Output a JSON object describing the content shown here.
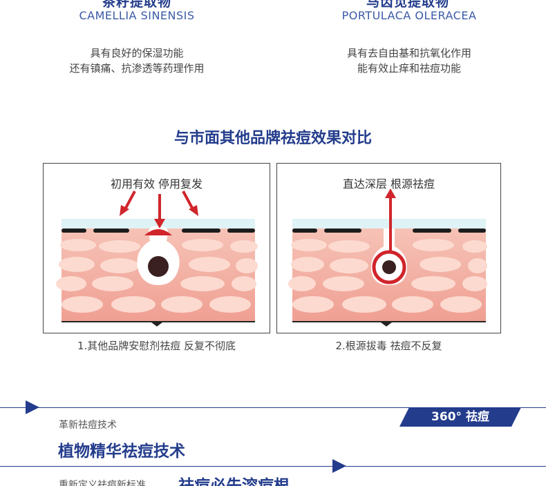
{
  "ingredients": [
    {
      "cn_name": "茶籽提取物",
      "en_name": "CAMELLIA SINENSIS",
      "desc_lines": [
        "具有良好的保湿功能",
        "还有镇痛、抗渗透等药理作用"
      ]
    },
    {
      "cn_name": "马齿苋提取物",
      "en_name": "PORTULACA OLERACEA",
      "desc_lines": [
        "具有去自由基和抗氧化作用",
        "能有效止痒和祛痘功能"
      ]
    }
  ],
  "comparison": {
    "title": "与市面其他品牌祛痘效果对比",
    "panels": [
      {
        "label": "初用有效  停用复发",
        "caption": "1.其他品牌安慰剂祛痘  反复不彻底"
      },
      {
        "label": "直达深层   根源祛痘",
        "caption": "2.根源拔毒  祛痘不反复"
      }
    ]
  },
  "tech": {
    "subtitle": "革新祛痘技术",
    "title": "植物精华祛痘技术",
    "badge": "360°  祛痘"
  },
  "standard": {
    "subtitle": "重新定义祛痘新标准",
    "title": "祛痘必先溶痘根"
  },
  "colors": {
    "brand_blue": "#233c8c",
    "skin": "#f4b7aa",
    "cell": "#fbd6cc",
    "red": "#d0252b"
  }
}
